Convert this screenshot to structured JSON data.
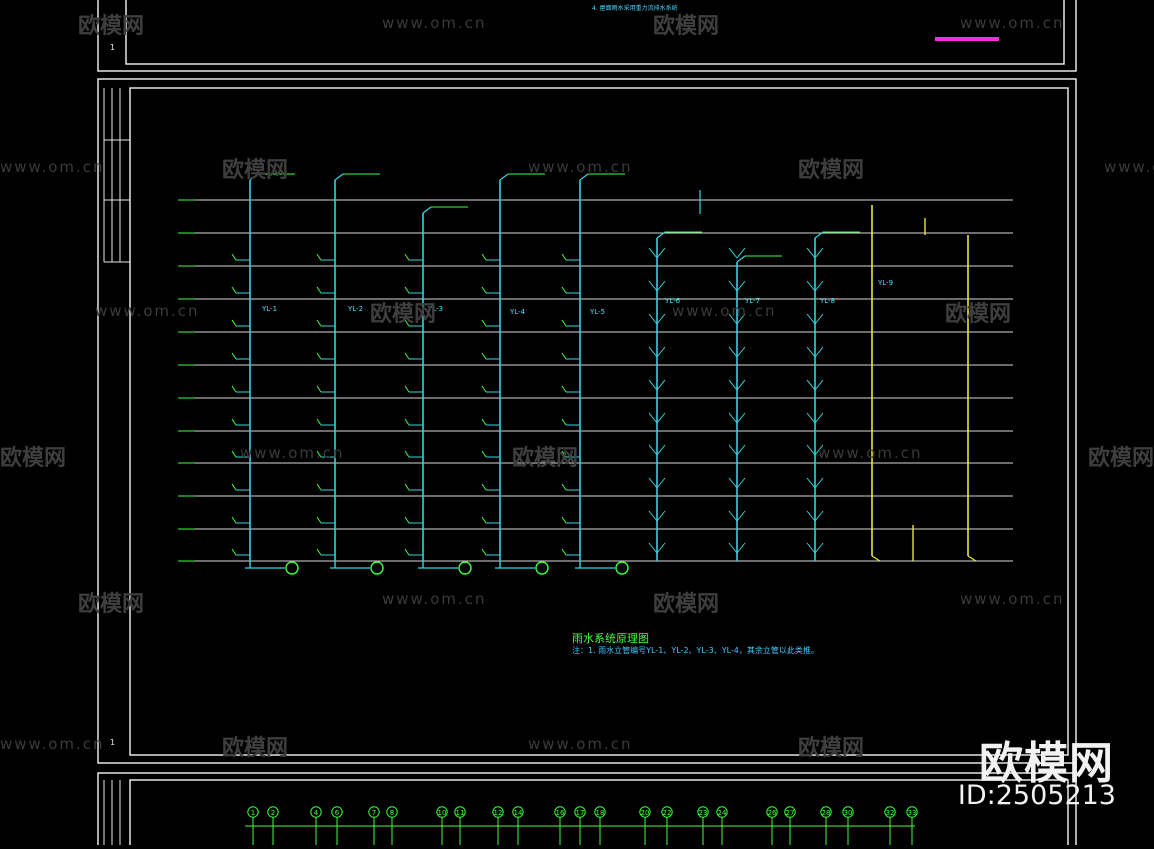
{
  "drawing": {
    "top_note": "4. 屋面雨水采用重力流排水系统",
    "sheet_title": "雨水系统原理图",
    "sheet_note": "注：1. 雨水立管编号YL-1、YL-2、YL-3、YL-4，其余立管以此类推。",
    "frame_number": "1"
  },
  "watermark": {
    "url_text": "www.om.cn",
    "brand_cn": "欧模网",
    "id_text": "ID:2505213"
  },
  "riser_labels": [
    "YL-1",
    "YL-2",
    "YL-3",
    "YL-4",
    "YL-5",
    "YL-6",
    "YL-7",
    "YL-8",
    "YL-9"
  ],
  "grid_axis_labels": [
    "1",
    "2",
    "4",
    "6",
    "7",
    "8",
    "10",
    "11",
    "12",
    "14",
    "16",
    "17",
    "18",
    "20",
    "22",
    "23",
    "24",
    "26",
    "27",
    "28",
    "30",
    "32",
    "33"
  ],
  "colors": {
    "frame": "#e6e6e6",
    "level_line": "#d8d8d8",
    "riser": "#35d3e3",
    "riser_alt": "#e8e83a",
    "label": "#4ee0ff",
    "green": "#3cff3c",
    "magenta": "#ff2bd6",
    "watermark": "#3a3a3a"
  }
}
